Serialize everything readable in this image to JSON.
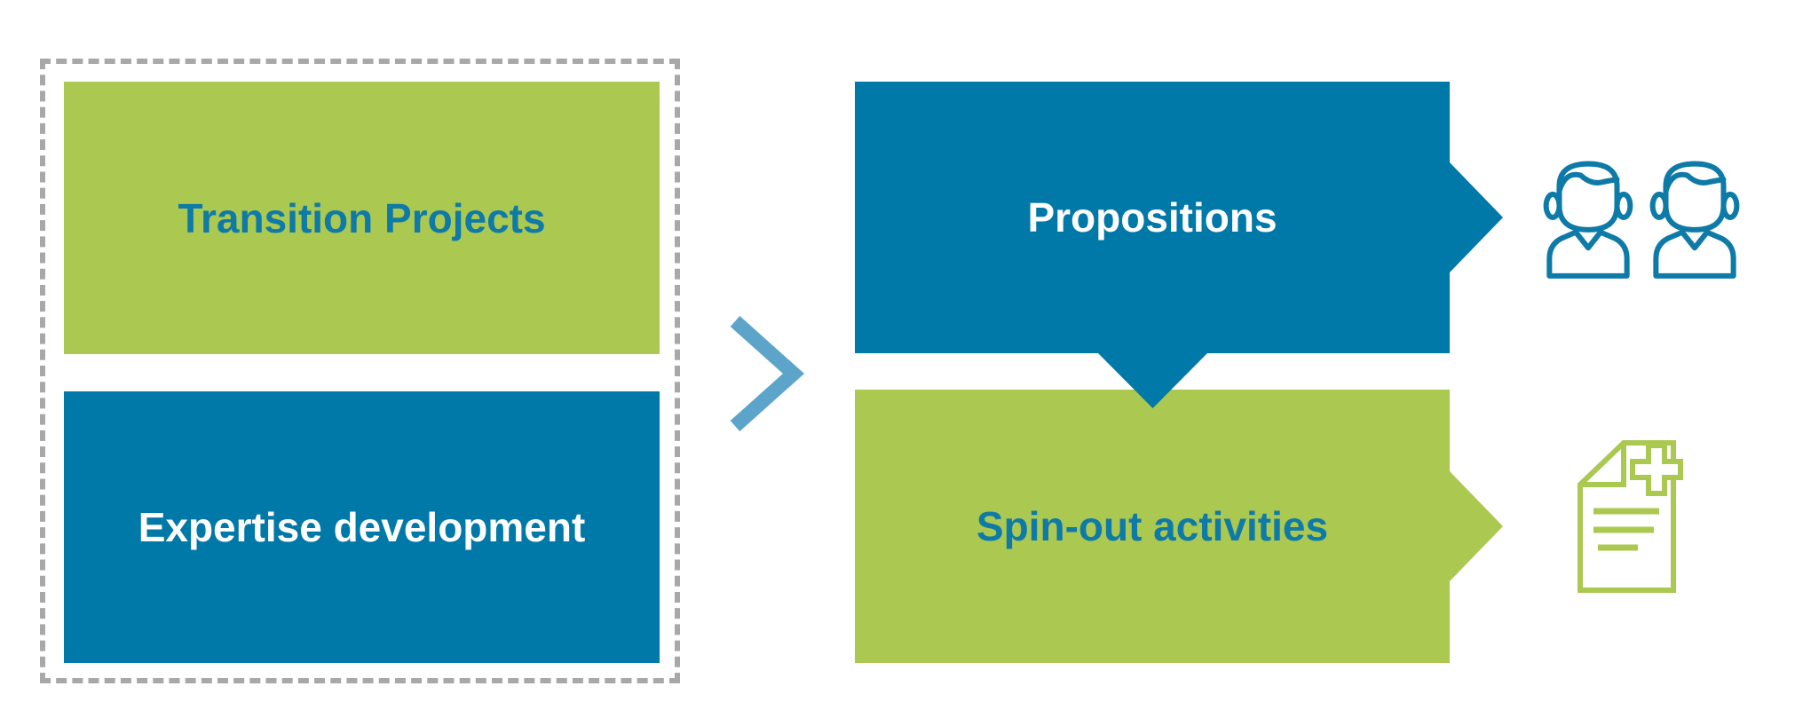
{
  "diagram": {
    "input_group": {
      "boxes": [
        {
          "label": "Transition Projects",
          "background": "#abc851",
          "text_color": "#0e7aa8"
        },
        {
          "label": "Expertise development",
          "background": "#0078a8",
          "text_color": "#ffffff"
        }
      ],
      "border_style": "gray-dashed"
    },
    "flow_arrow": {
      "icon": "chevron-right-icon",
      "color": "#5da4cb"
    },
    "output_group": {
      "boxes": [
        {
          "label": "Propositions",
          "background": "#0078a8",
          "text_color": "#ffffff",
          "arrows": [
            "right",
            "down"
          ],
          "result_icon": "two-persons-icon"
        },
        {
          "label": "Spin-out activities",
          "background": "#abc851",
          "text_color": "#0e7aa8",
          "arrows": [
            "right"
          ],
          "result_icon": "document-plus-icon"
        }
      ]
    },
    "colors": {
      "green": "#abc851",
      "blue": "#0078a8",
      "light_blue_chevron": "#5da4cb",
      "dashed_border_gray": "#a8a8a8",
      "text_blue": "#0e7aa8",
      "text_white": "#ffffff",
      "background": "#ffffff"
    }
  }
}
